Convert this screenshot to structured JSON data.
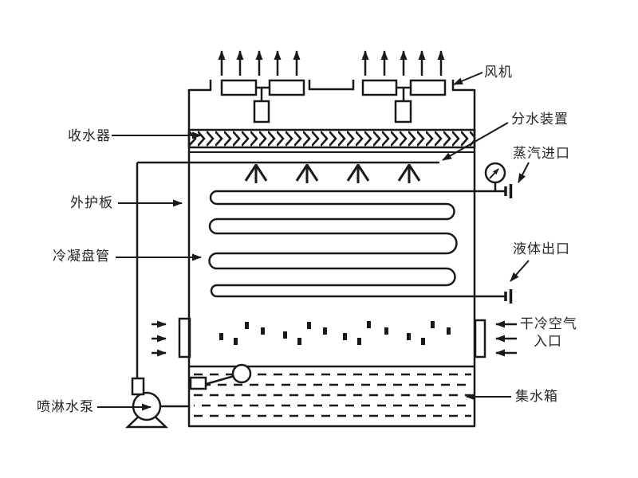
{
  "diagram_type": "evaporative-condenser-cooling-tower-schematic",
  "colors": {
    "ink": "#1a1a1a",
    "text": "#262626",
    "background": "#ffffff"
  },
  "labels": {
    "fan": "风机",
    "drift_eliminator": "收水器",
    "water_distributor": "分水装置",
    "steam_inlet": "蒸汽进口",
    "casing_panel": "外护板",
    "condenser_coil": "冷凝盘管",
    "liquid_outlet": "液体出口",
    "dry_air_inlet_line1": "干冷空气",
    "dry_air_inlet_line2": "入口",
    "spray_pump": "喷淋水泵",
    "water_basin": "集水箱"
  }
}
